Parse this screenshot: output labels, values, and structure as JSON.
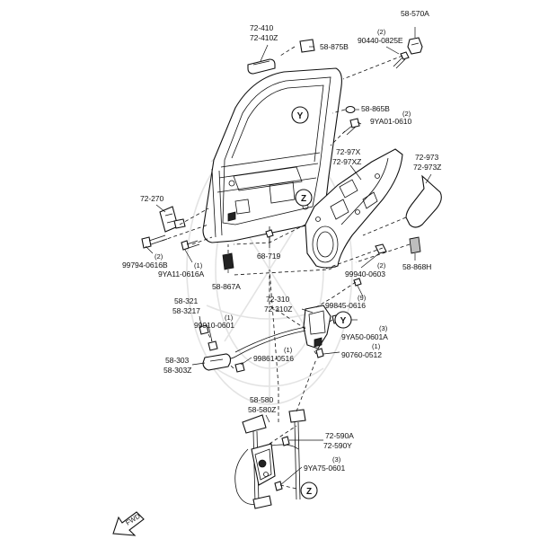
{
  "labels": {
    "l_58570A": "58-570A",
    "l_72410": "72-410",
    "l_72410Z": "72-410Z",
    "l_58875B": "58-875B",
    "l_qty_90440": "(2)",
    "l_90440": "90440-0825E",
    "l_58865B": "58-865B",
    "l_qty_9YA01": "(2)",
    "l_9YA01": "9YA01-0610",
    "l_7297X": "72-97X",
    "l_7297XZ": "72-97XZ",
    "l_72973": "72-973",
    "l_72973Z": "72-973Z",
    "l_72270": "72-270",
    "l_qty_99794": "(2)",
    "l_99794": "99794-0616B",
    "l_qty_9YA11": "(1)",
    "l_9YA11": "9YA11-0616A",
    "l_58867A": "58-867A",
    "l_68719": "68-719",
    "l_qty_99940": "(2)",
    "l_99940": "99940-0603",
    "l_58868H": "58-868H",
    "l_58321": "58-321",
    "l_583217": "58-3217",
    "l_qty_99910": "(1)",
    "l_99910": "99910-0601",
    "l_72310": "72-310",
    "l_72310Z": "72-310Z",
    "l_qty_99845": "(9)",
    "l_99845": "99845-0616",
    "l_qty_9YA50": "(3)",
    "l_9YA50": "9YA50-0601A",
    "l_qty_90760": "(1)",
    "l_90760": "90760-0512",
    "l_58303": "58-303",
    "l_58303Z": "58-303Z",
    "l_qty_99861": "(1)",
    "l_99861": "99861-0516",
    "l_58580": "58-580",
    "l_58580Z": "58-580Z",
    "l_72590A": "72-590A",
    "l_72590Y": "72-590Y",
    "l_qty_9YA75": "(3)",
    "l_9YA75": "9YA75-0601",
    "fwd": "FWD"
  },
  "callouts": {
    "y": "Y",
    "z": "Z"
  },
  "colors": {
    "line": "#111111",
    "watermark": "#e3e3e3",
    "background": "#ffffff"
  }
}
